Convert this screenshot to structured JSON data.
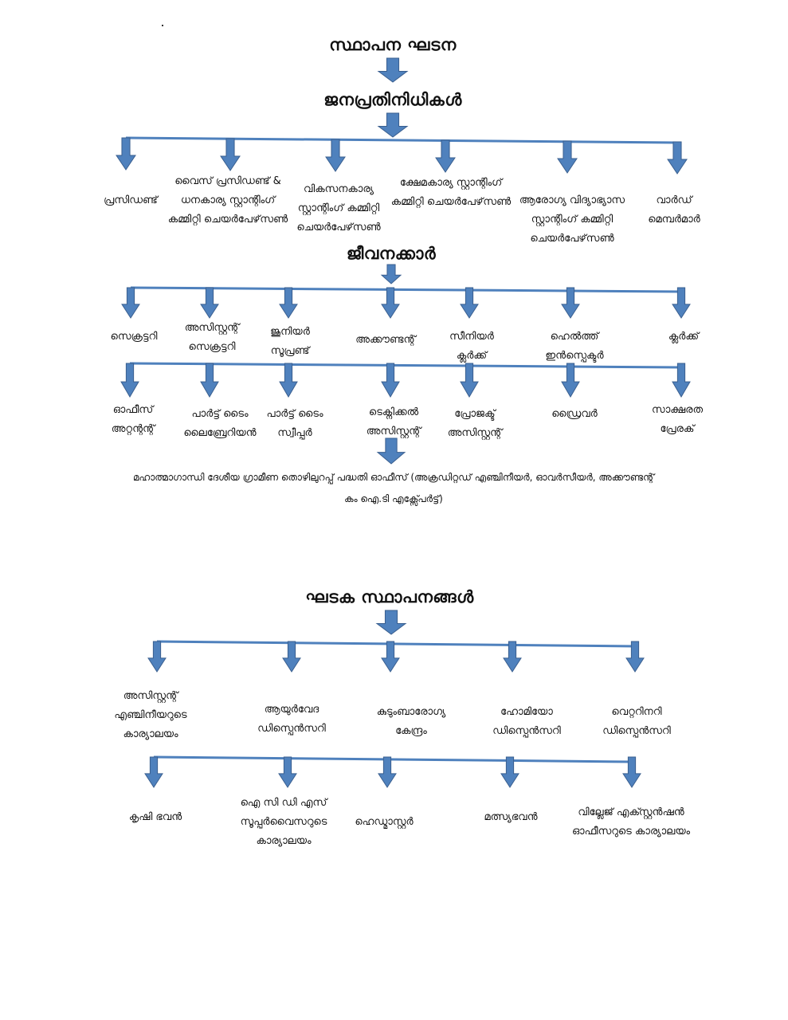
{
  "colors": {
    "arrow_fill": "#4f81bd",
    "arrow_stroke": "#3a5f8f",
    "line": "#4f81bd"
  },
  "headings": {
    "establishment_chart": "സ്ഥാപന ഘടന",
    "elected_members": "ജനപ്രതിനിധികൾ",
    "employees": "ജീവനക്കാർ",
    "component_institutions": "ഘടക സ്ഥാപനങ്ങൾ"
  },
  "elected": [
    {
      "lines": [
        "പ്രസിഡണ്ട്"
      ]
    },
    {
      "lines": [
        "വൈസ് പ്രസിഡണ്ട്   &",
        "ധനകാര്യ സ്റ്റാന്റിംഗ്",
        "കമ്മിറ്റി ചെയർപേഴ്‌സൺ"
      ]
    },
    {
      "lines": [
        "വികസനകാര്യ",
        "സ്റ്റാന്റിംഗ് കമ്മിറ്റി",
        "ചെയർപേഴ്‌സൺ"
      ]
    },
    {
      "lines": [
        "ക്ഷേമകാര്യ സ്റ്റാന്റിംഗ്",
        "കമ്മിറ്റി ചെയർപേഴ്‌സൺ"
      ]
    },
    {
      "lines": [
        "ആരോഗ്യ വിദ്യാഭ്യാസ",
        "സ്റ്റാന്റിംഗ് കമ്മിറ്റി",
        "ചെയർപേഴ്‌സൺ"
      ]
    },
    {
      "lines": [
        "വാർഡ്",
        "മെമ്പർമാർ"
      ]
    }
  ],
  "staff_row1": [
    {
      "lines": [
        "സെക്രട്ടറി"
      ]
    },
    {
      "lines": [
        "അസിസ്റ്റന്റ്",
        "സെക്രട്ടറി"
      ]
    },
    {
      "lines": [
        "ജൂനിയർ",
        "സൂപ്രണ്ട്"
      ]
    },
    {
      "lines": [
        "അക്കൗണ്ടന്റ്"
      ]
    },
    {
      "lines": [
        "സീനിയർ",
        "ക്ലർക്ക്"
      ]
    },
    {
      "lines": [
        "ഹെൽത്ത്",
        "ഇൻസ്പെക്ടർ"
      ]
    },
    {
      "lines": [
        "ക്ലർക്ക്"
      ]
    }
  ],
  "staff_row2": [
    {
      "lines": [
        "ഓഫീസ്",
        "അറ്റന്റന്റ്"
      ]
    },
    {
      "lines": [
        "പാർട്ട് ടൈം",
        "ലൈബ്രേറിയൻ"
      ]
    },
    {
      "lines": [
        "പാർട്ട് ടൈം",
        "സ്വീപ്പർ"
      ]
    },
    {
      "lines": [
        "ടെക്നിക്കൽ",
        "അസിസ്റ്റന്റ്"
      ]
    },
    {
      "lines": [
        "പ്രോജക്ട്",
        "അസിസ്റ്റന്റ്"
      ]
    },
    {
      "lines": [
        "ഡ്രൈവർ"
      ]
    },
    {
      "lines": [
        "സാക്ഷരത",
        "പ്രേരക്"
      ]
    }
  ],
  "mgnrega_note": {
    "line1": "മഹാത്മാഗാന്ധി ദേശീയ ഗ്രാമീണ തൊഴിലുറപ്പ് പദ്ധതി ഓഫീസ് (അക്രഡിറ്റഡ് എഞ്ചിനീയർ, ഓവർസീയർ, അക്കൗണ്ടന്റ്",
    "line2": "കം ഐ.ടി എക്സ്പേർട്ട്)"
  },
  "components_row1": [
    {
      "lines": [
        "അസിസ്റ്റന്റ്",
        "എഞ്ചിനീയറുടെ",
        "കാര്യാലയം"
      ]
    },
    {
      "lines": [
        "ആയുർവേദ",
        "ഡിസ്പെൻസറി"
      ]
    },
    {
      "lines": [
        "കുടുംബാരോഗ്യ",
        "കേന്ദ്രം"
      ]
    },
    {
      "lines": [
        "ഹോമിയോ",
        "ഡിസ്പെൻസറി"
      ]
    },
    {
      "lines": [
        "വെറ്ററിനറി",
        "ഡിസ്പെൻസറി"
      ]
    }
  ],
  "components_row2": [
    {
      "lines": [
        "കൃഷി ഭവൻ"
      ]
    },
    {
      "lines": [
        "ഐ സി ഡി എസ്",
        "സൂപ്പർവൈസറുടെ",
        "കാര്യാലയം"
      ]
    },
    {
      "lines": [
        "ഹെഡ്മാസ്റ്റർ"
      ]
    },
    {
      "lines": [
        "മത്സ്യഭവൻ"
      ]
    },
    {
      "lines": [
        "വില്ലേജ് എക്സ്റ്റൻഷൻ",
        "ഓഫീസറുടെ കാര്യാലയം"
      ]
    }
  ]
}
